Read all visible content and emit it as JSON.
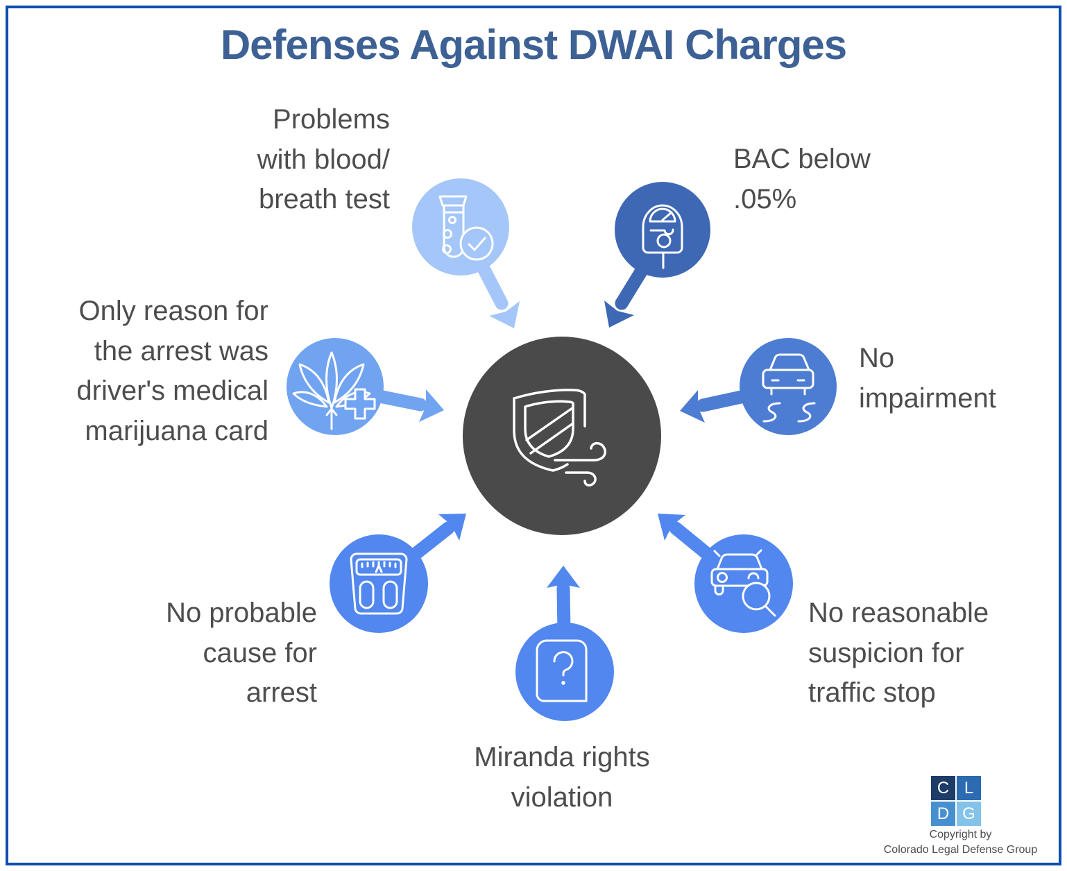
{
  "title": {
    "text": "Defenses Against DWAI Charges",
    "color": "#3d6194"
  },
  "colors": {
    "border": "#0d4eb0",
    "label_text": "#4d4d4d",
    "center_circle": "#4a4a4a",
    "icon_stroke": "#ffffff"
  },
  "center": {
    "icon": "shield-wind-icon"
  },
  "defenses": [
    {
      "id": "blood-breath-test",
      "label": "Problems\nwith blood/\nbreath test",
      "icon": "test-tube-check-icon",
      "color": "#a4c6f8"
    },
    {
      "id": "bac-below-05",
      "label": "BAC below\n.05%",
      "icon": "breathalyzer-meter-icon",
      "color": "#3e68b4"
    },
    {
      "id": "medical-marijuana-card",
      "label": "Only reason for\nthe arrest was\ndriver's medical\nmarijuana card",
      "icon": "marijuana-medical-icon",
      "color": "#70a3f0"
    },
    {
      "id": "no-impairment",
      "label": "No\nimpairment",
      "icon": "car-skidding-icon",
      "color": "#4d7dd3"
    },
    {
      "id": "no-probable-cause",
      "label": "No probable\ncause for\narrest",
      "icon": "scale-icon",
      "color": "#5187ee"
    },
    {
      "id": "miranda-violation",
      "label": "Miranda rights\nviolation",
      "icon": "rights-book-icon",
      "color": "#5187ee"
    },
    {
      "id": "no-reasonable-suspicion",
      "label": "No reasonable\nsuspicion for\ntraffic stop",
      "icon": "car-magnifier-icon",
      "color": "#5187ee"
    }
  ],
  "footer": {
    "logo_letters": [
      "C",
      "L",
      "D",
      "G"
    ],
    "logo_colors": [
      "#1d3c68",
      "#2c6ab1",
      "#4790cf",
      "#83c3ea"
    ],
    "copyright_line1": "Copyright by",
    "copyright_line2": "Colorado Legal Defense Group"
  }
}
